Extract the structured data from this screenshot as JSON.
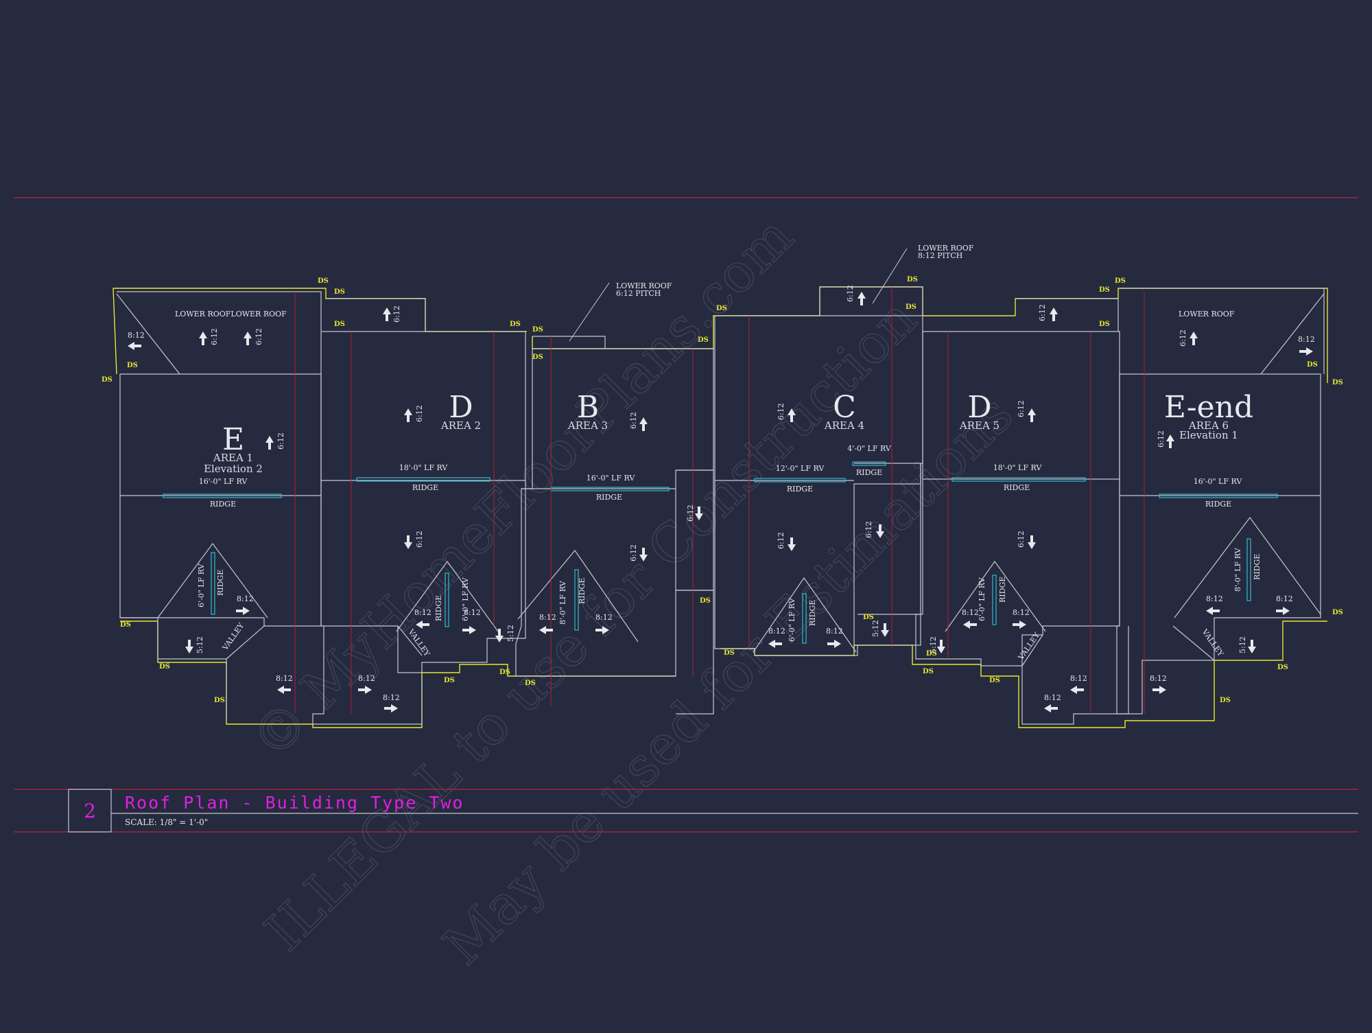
{
  "sheet": {
    "view_number": "2",
    "title": "Roof Plan - Building Type Two",
    "scale": "SCALE: 1/8\" = 1'-0\"",
    "colors": {
      "background": "#252a3e",
      "outline": "#c8c8d0",
      "wall": "#e6e633",
      "ridge": "#2fbcd0",
      "grid": "#c0203a",
      "title": "#e020e0"
    }
  },
  "watermark": {
    "line1": "© MyHomeFloorPlans.com",
    "line2": "ILLEGAL to use for Construction",
    "line3": "May be used for Estimations"
  },
  "callouts": {
    "lower_roof_b": [
      "LOWER ROOF",
      "6:12 PITCH"
    ],
    "lower_roof_c": [
      "LOWER ROOF",
      "8:12 PITCH"
    ],
    "lower_roof_e": "LOWER ROOFLOWER ROOF",
    "lower_roof_e_end": "LOWER ROOF"
  },
  "areas": [
    {
      "letter": "E",
      "area": "AREA 1",
      "elevation": "Elevation 2",
      "rv": "16'-0\" LF RV",
      "ridge": "RIDGE"
    },
    {
      "letter": "D",
      "area": "AREA 2",
      "elevation": "",
      "rv": "18'-0\" LF RV",
      "ridge": "RIDGE"
    },
    {
      "letter": "B",
      "area": "AREA 3",
      "elevation": "",
      "rv": "16'-0\" LF RV",
      "ridge": "RIDGE"
    },
    {
      "letter": "C",
      "area": "AREA 4",
      "elevation": "",
      "rv": "12'-0\" LF RV",
      "ridge": "RIDGE"
    },
    {
      "letter": "D",
      "area": "AREA 5",
      "elevation": "",
      "rv": "18'-0\" LF RV",
      "ridge": "RIDGE"
    },
    {
      "letter": "E-end",
      "area": "AREA 6",
      "elevation": "Elevation 1",
      "rv": "16'-0\" LF RV",
      "ridge": "RIDGE"
    }
  ],
  "small_ridge": {
    "rv": "4'-0\" LF RV",
    "ridge": "RIDGE"
  },
  "gable_labels": {
    "rv6": "6'-0\" LF RV",
    "rv8": "8'-0\" LF RV",
    "ridge": "RIDGE",
    "valley": "VALLEY"
  },
  "pitches": {
    "p612": "6:12",
    "p812": "8:12",
    "p512": "5:12"
  },
  "downspout": "DS"
}
